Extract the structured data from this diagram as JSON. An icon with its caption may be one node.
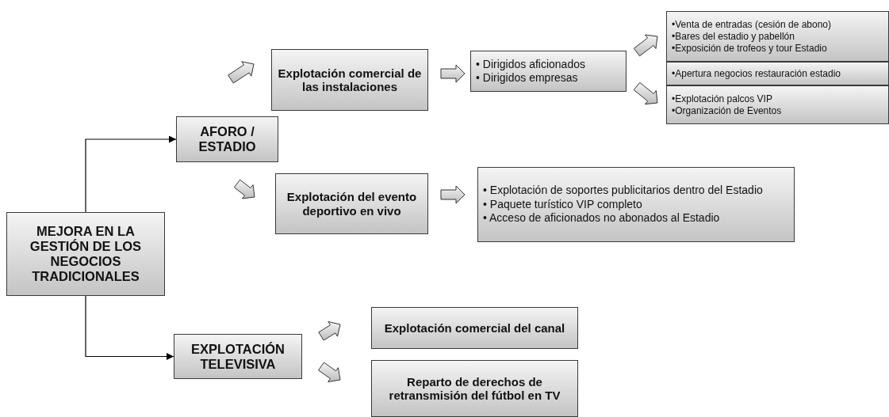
{
  "diagram": {
    "nodes": [
      {
        "text": [
          "MEJORA EN LA GESTIÓN DE LOS NEGOCIOS TRADICIONALES"
        ]
      },
      {
        "text": [
          "AFORO / ESTADIO"
        ]
      },
      {
        "text": [
          "Explotación comercial de las instalaciones"
        ]
      },
      {
        "text": [
          "• Dirigidos aficionados",
          "• Dirigidos empresas"
        ]
      },
      {
        "text": [
          "•Venta de entradas (cesión de abono)",
          "•Bares del estadio y pabellón",
          "•Exposición de trofeos y tour Estadio"
        ]
      },
      {
        "text": [
          "•Apertura negocios restauración estadio"
        ]
      },
      {
        "text": [
          "•Explotación palcos VIP",
          "•Organización de Eventos"
        ]
      },
      {
        "text": [
          "Explotación del evento deportivo en vivo"
        ]
      },
      {
        "text": [
          "• Explotación de soportes publicitarios dentro del Estadio",
          "• Paquete turístico VIP completo",
          "• Acceso de aficionados no abonados al Estadio"
        ]
      },
      {
        "text": [
          "EXPLOTACIÓN TELEVISIVA"
        ]
      },
      {
        "text": [
          "Explotación comercial del canal"
        ]
      },
      {
        "text": [
          "Reparto de derechos de retransmisión del fútbol en TV"
        ]
      }
    ],
    "edges": [
      {
        "from": 0,
        "to": 1,
        "arrow": "to"
      },
      {
        "from": 0,
        "to": 9,
        "arrow": "to"
      },
      {
        "from": 1,
        "to": 2,
        "arrow": "to",
        "style": "thick"
      },
      {
        "from": 2,
        "to": 3,
        "arrow": "to",
        "style": "thick"
      },
      {
        "from": 3,
        "to": 4,
        "arrow": "to",
        "style": "thick"
      },
      {
        "from": 3,
        "to": 6,
        "arrow": "to",
        "style": "thick"
      },
      {
        "from": 1,
        "to": 7,
        "arrow": "to",
        "style": "thick"
      },
      {
        "from": 7,
        "to": 8,
        "arrow": "to",
        "style": "thick"
      },
      {
        "from": 9,
        "to": 10,
        "arrow": "to",
        "style": "thick"
      },
      {
        "from": 9,
        "to": 11,
        "arrow": "to",
        "style": "thick"
      }
    ]
  }
}
